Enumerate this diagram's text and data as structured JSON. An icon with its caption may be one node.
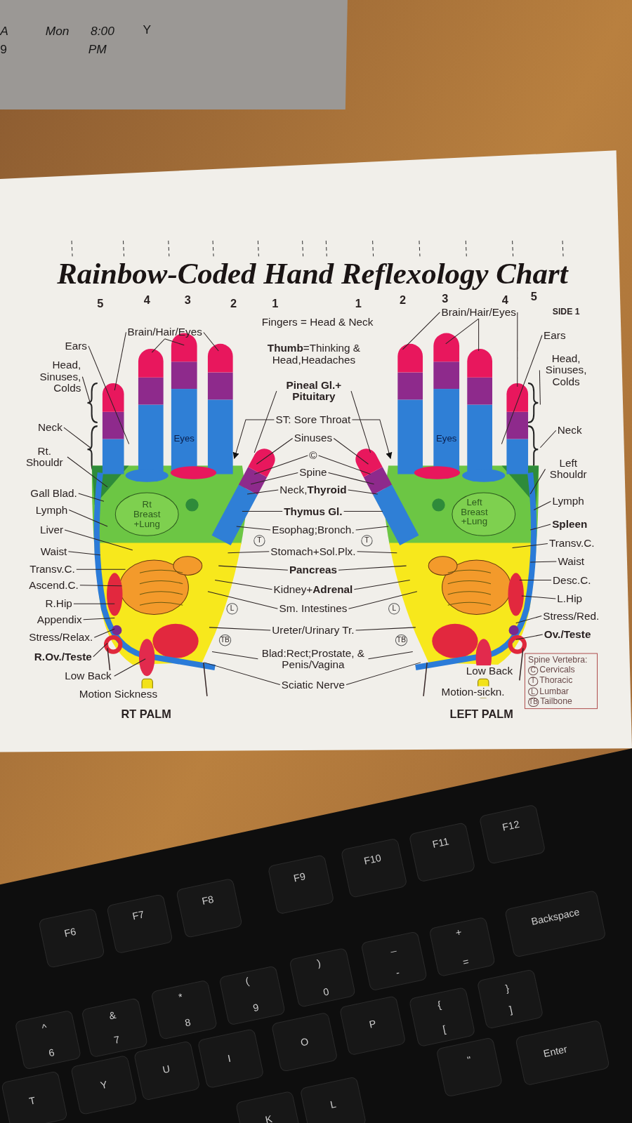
{
  "diagram": {
    "title": "Rainbow-Coded Hand Reflexology Chart",
    "nodes": [
      {
        "text": [
          "Ears"
        ]
      },
      {
        "text": [
          "Brain/Hair/Eyes"
        ]
      },
      {
        "text": [
          "Head, Sinuses, Colds"
        ]
      },
      {
        "text": [
          "Neck"
        ]
      },
      {
        "text": [
          "Rt. Shouldr"
        ]
      },
      {
        "text": [
          "Gall Blad."
        ]
      },
      {
        "text": [
          "Lymph"
        ]
      },
      {
        "text": [
          "Liver"
        ]
      },
      {
        "text": [
          "Waist"
        ]
      },
      {
        "text": [
          "Transv.C."
        ]
      },
      {
        "text": [
          "Ascend.C."
        ]
      },
      {
        "text": [
          "R.Hip"
        ]
      },
      {
        "text": [
          "Appendix"
        ]
      },
      {
        "text": [
          "Stress/Relax."
        ]
      },
      {
        "text": [
          "R.Ov./Teste"
        ]
      },
      {
        "text": [
          "Low Back"
        ]
      },
      {
        "text": [
          "Pineal Gl.+ Pituitary"
        ]
      },
      {
        "text": [
          "ST: Sore Throat"
        ]
      },
      {
        "text": [
          "Sinuses"
        ]
      },
      {
        "text": [
          "©"
        ]
      },
      {
        "text": [
          "Spine"
        ]
      },
      {
        "text": [
          "Neck,**Thyroid**"
        ]
      },
      {
        "text": [
          "Thymus Gl."
        ]
      },
      {
        "text": [
          "Esophag;Bronch."
        ]
      },
      {
        "text": [
          "Stomach+Sol.Plx."
        ]
      },
      {
        "text": [
          "Pancreas"
        ]
      },
      {
        "text": [
          "Kidney+**Adrenal**"
        ]
      },
      {
        "text": [
          "Sm. Intestines"
        ]
      },
      {
        "text": [
          "Ureter/Urinary Tr."
        ]
      },
      {
        "text": [
          "Blad:Rect;Prostate, & Penis/Vagina"
        ]
      },
      {
        "text": [
          "Sciatic Nerve"
        ]
      },
      {
        "text": [
          "Brain/Hair/Eyes"
        ]
      },
      {
        "text": [
          "Ears"
        ]
      },
      {
        "text": [
          "Head, Sinuses, Colds"
        ]
      },
      {
        "text": [
          "Neck"
        ]
      },
      {
        "text": [
          "Left Shouldr"
        ]
      },
      {
        "text": [
          "Lymph"
        ]
      },
      {
        "text": [
          "Spleen"
        ]
      },
      {
        "text": [
          "Transv.C."
        ]
      },
      {
        "text": [
          "Waist"
        ]
      },
      {
        "text": [
          "Desc.C."
        ]
      },
      {
        "text": [
          "L.Hip"
        ]
      },
      {
        "text": [
          "Stress/Red."
        ]
      },
      {
        "text": [
          "Ov./Teste"
        ]
      },
      {
        "text": [
          "Spine Vertebra:",
          "C",
          "Cervicals",
          "T",
          "Thoracic",
          "L",
          "Lumbar",
          "TB",
          "Tailbone"
        ]
      },
      {
        "text": [],
        "shape": "picture"
      },
      {
        "text": [],
        "shape": "picture"
      }
    ],
    "edges": [
      {
        "from": 0,
        "to": 45,
        "arrow": "none"
      },
      {
        "from": 1,
        "to": 45,
        "arrow": "none"
      },
      {
        "from": 1,
        "to": 45,
        "arrow": "none"
      },
      {
        "from": 1,
        "to": 45,
        "arrow": "none"
      },
      {
        "from": 1,
        "to": 45,
        "arrow": "none"
      },
      {
        "from": 2,
        "to": 45,
        "arrow": "none"
      },
      {
        "from": 3,
        "to": 45,
        "arrow": "none"
      },
      {
        "from": 4,
        "to": 45,
        "arrow": "none"
      },
      {
        "from": 5,
        "to": 45,
        "arrow": "none"
      },
      {
        "from": 6,
        "to": 45,
        "arrow": "none"
      },
      {
        "from": 7,
        "to": 45,
        "arrow": "none"
      },
      {
        "from": 8,
        "to": 45,
        "arrow": "none"
      },
      {
        "from": 9,
        "to": 45,
        "arrow": "none"
      },
      {
        "from": 10,
        "to": 45,
        "arrow": "none"
      },
      {
        "from": 11,
        "to": 45,
        "arrow": "none"
      },
      {
        "from": 12,
        "to": 45,
        "arrow": "none"
      },
      {
        "from": 13,
        "to": 45,
        "arrow": "none"
      },
      {
        "from": 14,
        "to": 45,
        "arrow": "none"
      },
      {
        "from": 15,
        "to": 45,
        "arrow": "none"
      },
      {
        "from": 16,
        "to": 45,
        "arrow": "none"
      },
      {
        "from": 16,
        "to": 46,
        "arrow": "none"
      },
      {
        "from": 17,
        "to": 45,
        "arrow": "to"
      },
      {
        "from": 17,
        "to": 46,
        "arrow": "to"
      },
      {
        "from": 18,
        "to": 45,
        "arrow": "none"
      },
      {
        "from": 18,
        "to": 46,
        "arrow": "none"
      },
      {
        "from": 19,
        "to": 45,
        "arrow": "none"
      },
      {
        "from": 19,
        "to": 46,
        "arrow": "none"
      },
      {
        "from": 20,
        "to": 45,
        "arrow": "none"
      },
      {
        "from": 20,
        "to": 46,
        "arrow": "none"
      },
      {
        "from": 21,
        "to": 45,
        "arrow": "none"
      },
      {
        "from": 21,
        "to": 46,
        "arrow": "none"
      },
      {
        "from": 22,
        "to": 45,
        "arrow": "none"
      },
      {
        "from": 22,
        "to": 46,
        "arrow": "none"
      },
      {
        "from": 23,
        "to": 45,
        "arrow": "none"
      },
      {
        "from": 23,
        "to": 46,
        "arrow": "none"
      },
      {
        "from": 24,
        "to": 45,
        "arrow": "none"
      },
      {
        "from": 24,
        "to": 46,
        "arrow": "none"
      },
      {
        "from": 25,
        "to": 45,
        "arrow": "none"
      },
      {
        "from": 25,
        "to": 46,
        "arrow": "none"
      },
      {
        "from": 26,
        "to": 45,
        "arrow": "none"
      },
      {
        "from": 26,
        "to": 46,
        "arrow": "none"
      },
      {
        "from": 27,
        "to": 45,
        "arrow": "none"
      },
      {
        "from": 27,
        "to": 46,
        "arrow": "none"
      },
      {
        "from": 28,
        "to": 45,
        "arrow": "none"
      },
      {
        "from": 28,
        "to": 46,
        "arrow": "none"
      },
      {
        "from": 29,
        "to": 45,
        "arrow": "none"
      },
      {
        "from": 29,
        "to": 46,
        "arrow": "none"
      },
      {
        "from": 30,
        "to": 45,
        "arrow": "none"
      },
      {
        "from": 30,
        "to": 46,
        "arrow": "none"
      },
      {
        "from": 31,
        "to": 46,
        "arrow": "none"
      },
      {
        "from": 31,
        "to": 46,
        "arrow": "none"
      },
      {
        "from": 31,
        "to": 46,
        "arrow": "none"
      },
      {
        "from": 31,
        "to": 46,
        "arrow": "none"
      },
      {
        "from": 32,
        "to": 46,
        "arrow": "none"
      },
      {
        "from": 33,
        "to": 46,
        "arrow": "none"
      },
      {
        "from": 34,
        "to": 46,
        "arrow": "none"
      },
      {
        "from": 35,
        "to": 46,
        "arrow": "none"
      },
      {
        "from": 36,
        "to": 46,
        "arrow": "none"
      },
      {
        "from": 37,
        "to": 46,
        "arrow": "none"
      },
      {
        "from": 38,
        "to": 46,
        "arrow": "none"
      },
      {
        "from": 39,
        "to": 46,
        "arrow": "none"
      },
      {
        "from": 40,
        "to": 46,
        "arrow": "none"
      },
      {
        "from": 41,
        "to": 46,
        "arrow": "none"
      },
      {
        "from": 42,
        "to": 46,
        "arrow": "none"
      },
      {
        "from": 43,
        "to": 46,
        "arrow": "none"
      }
    ],
    "labels": [
      "A",
      "Mon",
      "8:00",
      "Y",
      "9",
      "PM",
      "5",
      "4",
      "3",
      "2",
      "1",
      "Fingers = Head & Neck",
      "1",
      "2",
      "3",
      "4",
      "5",
      "SIDE 1",
      "**Thumb**=Thinking & Head,Headaches",
      "Eyes",
      "Eyes",
      "Rt Breast +Lung",
      "Left Breast +Lung",
      "T",
      "T",
      "L",
      "L",
      "TB",
      "TB",
      "Motion Sickness",
      "RT PALM",
      "Low Back",
      "Motion-sickn.",
      "LEFT PALM",
      "F6",
      "F7",
      "F8",
      "F9",
      "F10",
      "F11",
      "F12",
      "Backspace",
      "+",
      "=",
      "_",
      "-",
      ")",
      "0",
      "(",
      "9",
      "*",
      "8",
      "&",
      "7",
      "^",
      "6",
      "{",
      "[",
      "}",
      "]",
      "P",
      "O",
      "I",
      "U",
      "Y",
      "T",
      "L",
      "K",
      "\"",
      "Enter"
    ]
  }
}
